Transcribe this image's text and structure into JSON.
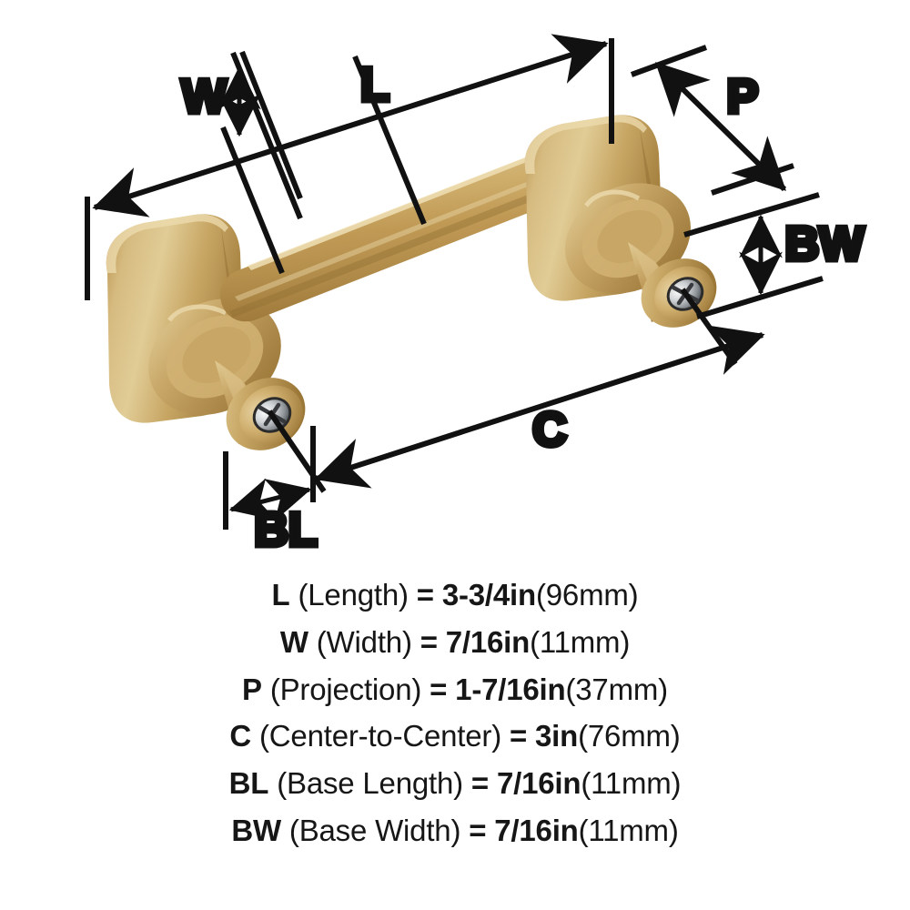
{
  "diagram": {
    "title": "Cabinet Pull Dimension Diagram",
    "product": "bar cabinet pull handle",
    "finish_color": "#c9a25f",
    "line_color": "#111111",
    "background_color": "#ffffff",
    "dimension_labels": [
      {
        "key": "L",
        "text": "L",
        "arrow": "double-diagonal"
      },
      {
        "key": "W",
        "text": "W",
        "arrow": "double-vertical"
      },
      {
        "key": "P",
        "text": "P",
        "arrow": "double-diagonal"
      },
      {
        "key": "C",
        "text": "C",
        "arrow": "double-diagonal"
      },
      {
        "key": "BL",
        "text": "BL",
        "arrow": "double-horizontal"
      },
      {
        "key": "BW",
        "text": "BW",
        "arrow": "double-vertical"
      }
    ]
  },
  "specs": [
    {
      "code": "L",
      "name": "(Length)",
      "eq": "=",
      "imperial": "3-3/4in",
      "metric": "(96mm)"
    },
    {
      "code": "W",
      "name": "(Width)",
      "eq": "=",
      "imperial": "7/16in",
      "metric": "(11mm)"
    },
    {
      "code": "P",
      "name": "(Projection)",
      "eq": "=",
      "imperial": "1-7/16in",
      "metric": "(37mm)"
    },
    {
      "code": "C",
      "name": "(Center-to-Center)",
      "eq": "=",
      "imperial": "3in",
      "metric": "(76mm)"
    },
    {
      "code": "BL",
      "name": "(Base Length)",
      "eq": "=",
      "imperial": "7/16in",
      "metric": "(11mm)"
    },
    {
      "code": "BW",
      "name": "(Base Width)",
      "eq": "=",
      "imperial": "7/16in",
      "metric": "(11mm)"
    }
  ]
}
